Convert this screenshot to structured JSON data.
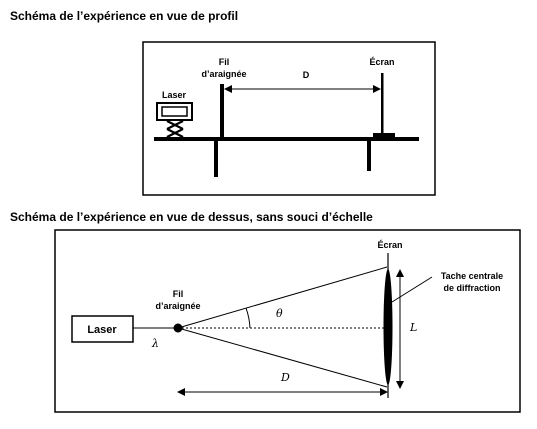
{
  "captions": {
    "profile": "Schéma de l’expérience en vue de profil",
    "top": "Schéma de l’expérience en vue de dessus, sans souci d’échelle"
  },
  "profile_view": {
    "laser_label": "Laser",
    "wire_label_line1": "Fil",
    "wire_label_line2": "d’araignée",
    "screen_label": "Écran",
    "distance_label": "D"
  },
  "top_view": {
    "laser_label": "Laser",
    "wire_label_line1": "Fil",
    "wire_label_line2": "d’araignée",
    "screen_label": "Écran",
    "spot_label_line1": "Tache centrale",
    "spot_label_line2": "de diffraction",
    "wavelength_label": "λ",
    "angle_label": "θ",
    "width_label": "L",
    "distance_label": "D"
  },
  "colors": {
    "ink": "#000000",
    "background": "#ffffff"
  }
}
